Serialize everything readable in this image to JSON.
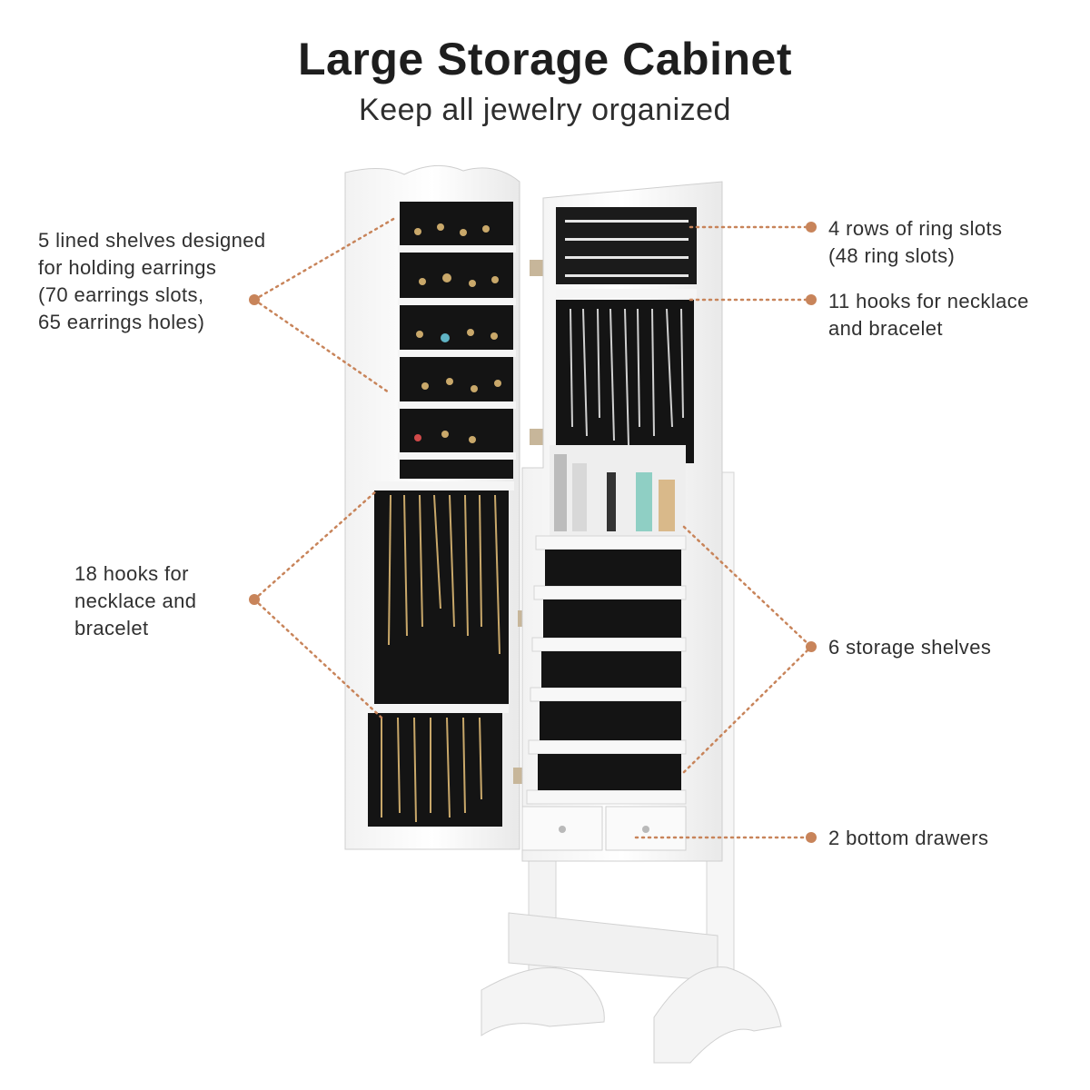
{
  "header": {
    "title": "Large Storage Cabinet",
    "subtitle": "Keep all jewelry organized"
  },
  "callouts": {
    "earring_shelves": "5 lined shelves designed\nfor holding earrings\n(70 earrings slots,\n65 earrings holes)",
    "door_hooks": "18 hooks for\nnecklace and\nbracelet",
    "ring_slots": "4 rows of ring slots\n(48 ring slots)",
    "inner_hooks": "11 hooks for necklace\nand bracelet",
    "storage_shelves": "6 storage shelves",
    "drawers": "2 bottom drawers"
  },
  "colors": {
    "accent": "#c8845a",
    "cabinet": "#ffffff",
    "lining": "#141414"
  }
}
